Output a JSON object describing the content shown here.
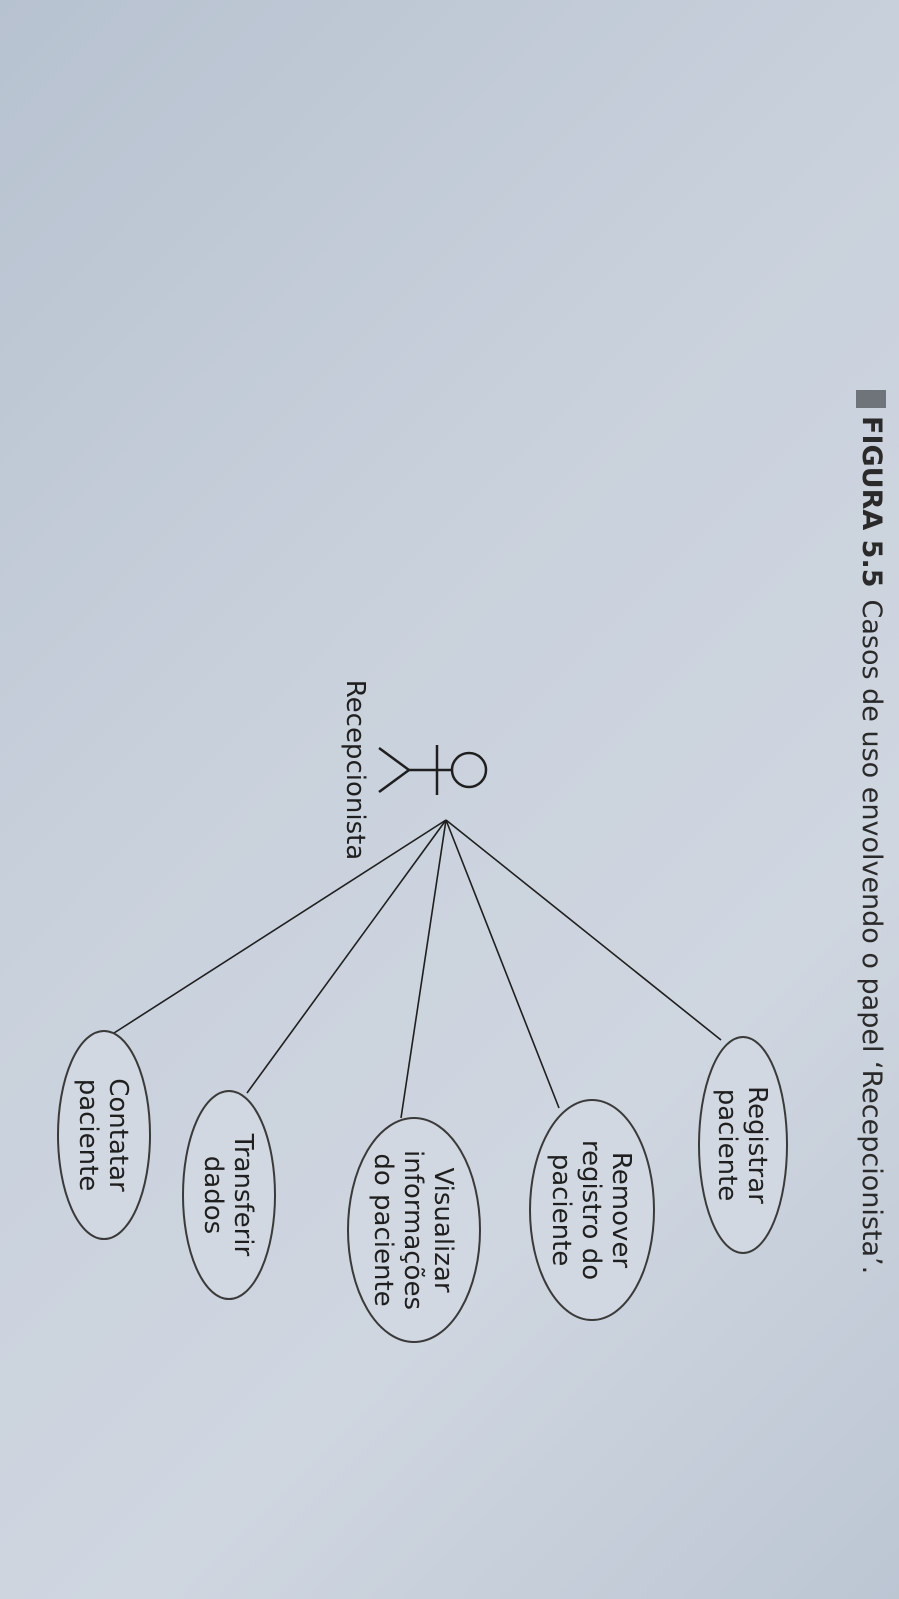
{
  "figure": {
    "label": "FIGURA 5.5",
    "title": "Casos de uso envolvendo o papel ‘Recepcionista’."
  },
  "actor": {
    "name": "Recepcionista"
  },
  "use_cases": [
    {
      "lines": [
        "Registrar",
        "paciente"
      ]
    },
    {
      "lines": [
        "Remover",
        "registro do",
        "paciente"
      ]
    },
    {
      "lines": [
        "Visualizar",
        "informações",
        "do paciente"
      ]
    },
    {
      "lines": [
        "Transferir",
        "dados"
      ]
    },
    {
      "lines": [
        "Contatar",
        "paciente"
      ]
    }
  ],
  "colors": {
    "ink": "#1f1f1f",
    "ellipse_stroke": "#3a3a3a",
    "ellipse_fill": "#d2d8e1"
  }
}
